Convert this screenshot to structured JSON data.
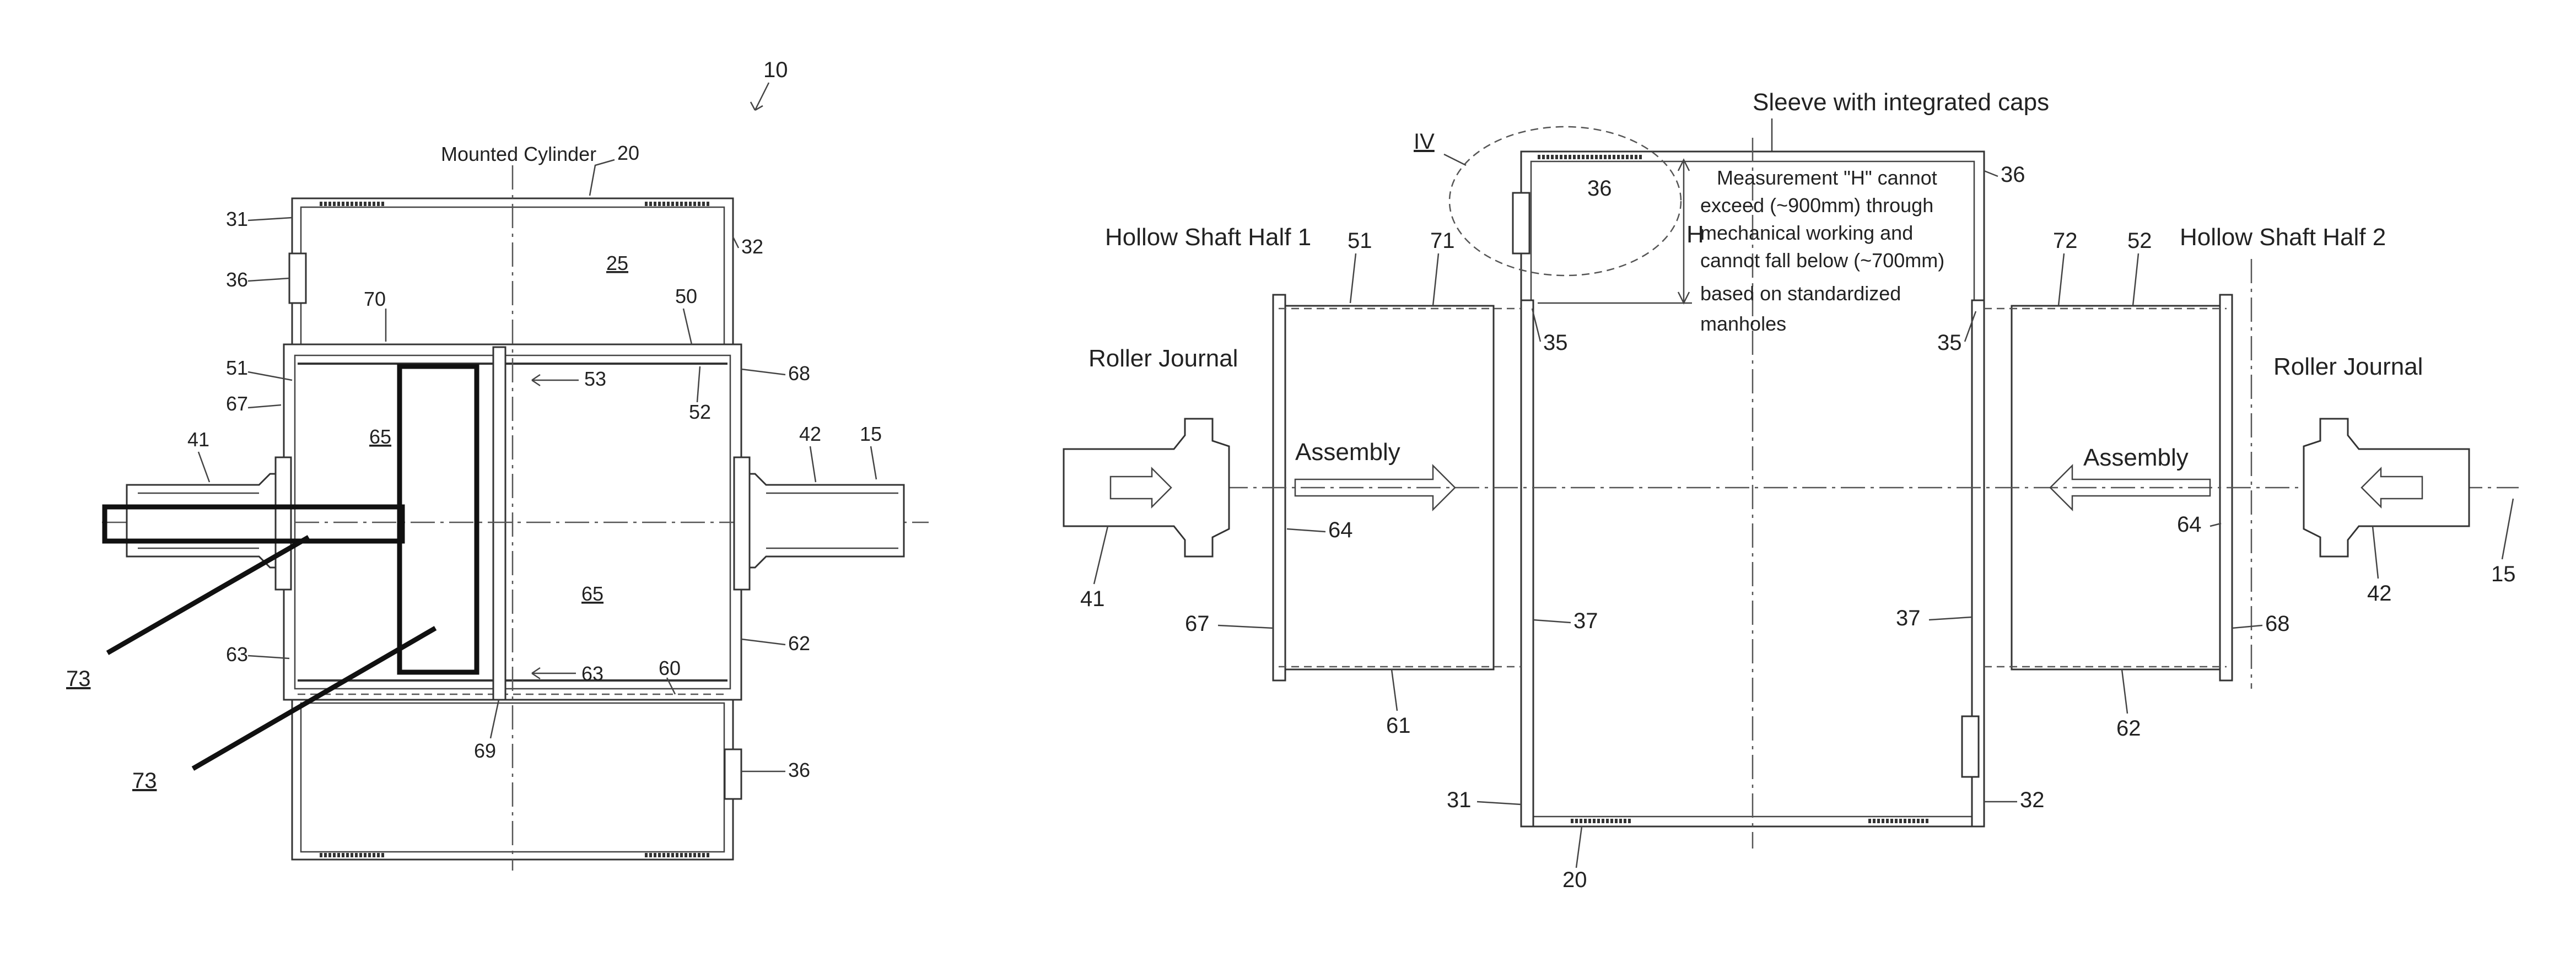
{
  "figure_ref": "10",
  "left": {
    "title": "Mounted Cylinder",
    "title_ref": "20",
    "refs": {
      "r31": "31",
      "r36a": "36",
      "r70": "70",
      "r50": "50",
      "r32": "32",
      "r25": "25",
      "r51": "51",
      "r67": "67",
      "r65a": "65",
      "r53": "53",
      "r52": "52",
      "r68": "68",
      "r41": "41",
      "r42": "42",
      "r15": "15",
      "r65b": "65",
      "r63a": "63",
      "r63b": "63",
      "r60": "60",
      "r62": "62",
      "r69": "69",
      "r36b": "36",
      "r73a": "73",
      "r73b": "73"
    }
  },
  "right": {
    "sleeve_label": "Sleeve with integrated caps",
    "detail_ref": "IV",
    "measure_letter": "H",
    "note_lines": [
      "Measurement \"H\" cannot",
      "exceed (~900mm) through",
      "mechanical working and",
      "cannot fall below (~700mm)",
      "based on standardized",
      "manholes"
    ],
    "shaft_half_1": "Hollow Shaft Half 1",
    "shaft_half_2": "Hollow Shaft Half 2",
    "journal_left": "Roller Journal",
    "journal_right": "Roller Journal",
    "assembly_left": "Assembly",
    "assembly_right": "Assembly",
    "refs": {
      "r36a": "36",
      "r36b": "36",
      "r51": "51",
      "r71": "71",
      "r72": "72",
      "r52": "52",
      "r35a": "35",
      "r35b": "35",
      "r64a": "64",
      "r64b": "64",
      "r41": "41",
      "r42": "42",
      "r15": "15",
      "r67": "67",
      "r68": "68",
      "r37a": "37",
      "r37b": "37",
      "r61": "61",
      "r62": "62",
      "r31": "31",
      "r32": "32",
      "r20": "20"
    }
  }
}
